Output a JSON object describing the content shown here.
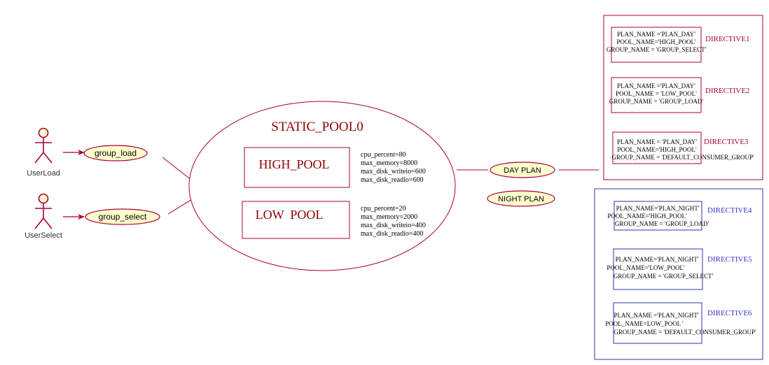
{
  "colors": {
    "uml_border": "#A80036",
    "uml_fill": "#FEFECE",
    "plan_day_border": "#A80036",
    "plan_night_border": "#3333AA",
    "directive_day_text": "#A80036",
    "directive_night_text": "#3333CC",
    "pool_title_text": "#8B0000"
  },
  "actors": {
    "user_load": {
      "label": "UserLoad"
    },
    "user_select": {
      "label": "UserSelect"
    }
  },
  "usecases": {
    "group_load": "group_load",
    "group_select": "group_select",
    "day_plan": "DAY PLAN",
    "night_plan": "NIGHT PLAN"
  },
  "pool": {
    "title": "STATIC_POOL0",
    "high": {
      "name": "HIGH_POOL",
      "params": [
        "cpu_percent=80",
        "max_memory=8000",
        "max_disk_writeio=600",
        "max_disk_readio=600"
      ]
    },
    "low": {
      "name": "LOW  POOL",
      "params": [
        "cpu_percent=20",
        "max_memory=2000",
        "max_disk_writeio=400",
        "max_disk_readio=400"
      ]
    }
  },
  "directives": {
    "d1": {
      "label": "DIRECTIVE1",
      "lines": [
        "PLAN_NAME ='PLAN_DAY'",
        "POOL_NAME='HIGH_POOL'",
        "GROUP_NAME = 'GROUP_SELECT'"
      ]
    },
    "d2": {
      "label": "DIRECTIVE2",
      "lines": [
        "PLAN_NAME ='PLAN_DAY'",
        "POOL_NAME = 'LOW_POOL'",
        "GROUP_NAME = 'GROUP_LOAD'"
      ]
    },
    "d3": {
      "label": "DIRECTIVE3",
      "lines": [
        "PLAN_NAME = 'PLAN_DAY'",
        "POOL_NAME='HIGH_POOL'",
        "GROUP_NAME = 'DEFAULT_CONSUMER_GROUP'"
      ]
    },
    "d4": {
      "label": "DIRECTIVE4",
      "lines": [
        "PLAN_NAME='PLAN_NIGHT'",
        "POOL_NAME='HIGH_POOL'",
        "GROUP_NAME = 'GROUP_LOAD'"
      ]
    },
    "d5": {
      "label": "DIRECTIVE5",
      "lines": [
        "PLAN_NAME='PLAN_NIGHT'",
        "POOL_NAME='LOW_POOL'",
        "GROUP_NAME = 'GROUP_SELECT'"
      ]
    },
    "d6": {
      "label": "DIRECTIVE6",
      "lines": [
        "PLAN_NAME ='PLAN_NIGHT'",
        "POOL_NAME=LOW_POOL '",
        "GROUP_NAME = 'DEFAULT_CONSUMER_GROUP'"
      ]
    }
  }
}
